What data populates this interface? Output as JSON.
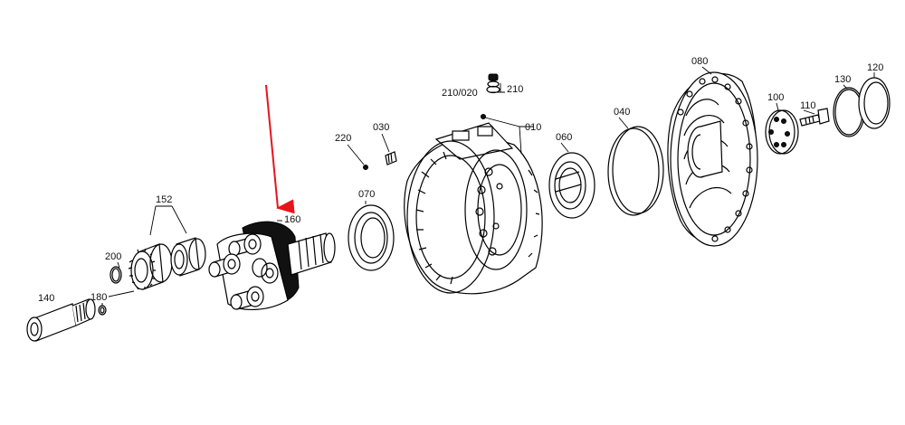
{
  "parts": {
    "p140": "140",
    "p180": "180",
    "p200": "200",
    "p152": "152",
    "p160": "160",
    "p070": "070",
    "p220": "220",
    "p030": "030",
    "p210_020": "210/020",
    "p210": "210",
    "p010": "010",
    "p060": "060",
    "p040": "040",
    "p080": "080",
    "p100": "100",
    "p110": "110",
    "p130": "130",
    "p120": "120"
  },
  "colors": {
    "line": "#000000",
    "highlight_arrow": "#e8141b",
    "background": "#ffffff"
  }
}
